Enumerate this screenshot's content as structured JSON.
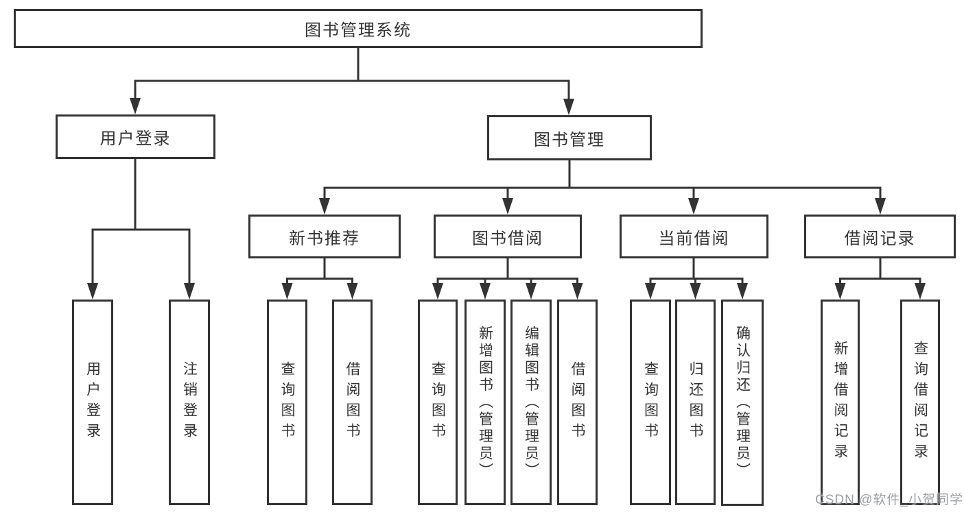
{
  "tree": {
    "root": {
      "label": "图书管理系统",
      "children": [
        {
          "label": "用户登录",
          "children": [
            {
              "label": "用户登录"
            },
            {
              "label": "注销登录"
            }
          ]
        },
        {
          "label": "图书管理",
          "children": [
            {
              "label": "新书推荐",
              "children": [
                {
                  "label": "查询图书"
                },
                {
                  "label": "借阅图书"
                }
              ]
            },
            {
              "label": "图书借阅",
              "children": [
                {
                  "label": "查询图书"
                },
                {
                  "label": "新增图书（管理员）"
                },
                {
                  "label": "编辑图书（管理员）"
                },
                {
                  "label": "借阅图书"
                }
              ]
            },
            {
              "label": "当前借阅",
              "children": [
                {
                  "label": "查询图书"
                },
                {
                  "label": "归还图书"
                },
                {
                  "label": "确认归还（管理员）"
                }
              ]
            },
            {
              "label": "借阅记录",
              "children": [
                {
                  "label": "新增借阅记录"
                },
                {
                  "label": "查询借阅记录"
                }
              ]
            }
          ]
        }
      ]
    }
  },
  "watermark": {
    "text": "CSDN @软件_小贺同学"
  },
  "colors": {
    "line": "#333333",
    "text": "#333333",
    "background": "#ffffff",
    "watermark": "#9b9ea3"
  }
}
